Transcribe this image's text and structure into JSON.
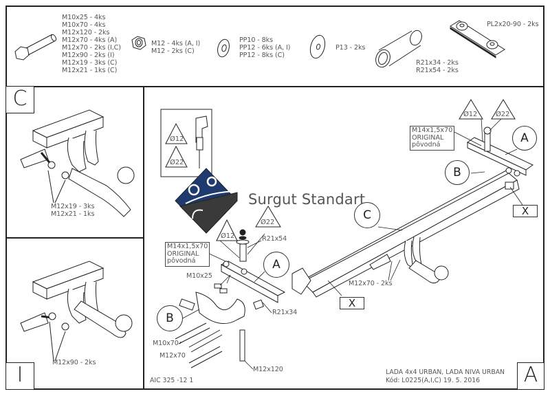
{
  "parts_list": {
    "bolts": [
      "M10x25 - 4ks",
      "M10x70 - 4ks",
      "M12x120 - 2ks",
      "M12x70 - 4ks (A)",
      "M12x70 - 2ks (I,C)",
      "M12x90 - 2ks (I)",
      "M12x19 - 3ks (C)",
      "M12x21 - 1ks (C)"
    ],
    "nuts": [
      "M12 - 4ks (A, I)",
      "M12 - 2ks (C)"
    ],
    "washers": [
      "PP10 - 8ks",
      "PP12 - 6ks (A, I)",
      "PP12 - 8ks (C)"
    ],
    "large_washer": [
      "P13 - 2ks"
    ],
    "spacers": [
      "R21x34 - 2ks",
      "R21x54 - 2ks"
    ],
    "plate": [
      "PL2x20-90 - 2ks"
    ]
  },
  "panel_c": {
    "label": "C",
    "callout": [
      "M12x19 - 3ks",
      "M12x21 - 1ks"
    ]
  },
  "panel_i": {
    "label": "I",
    "callout": [
      "M12x90 - 2ks"
    ]
  },
  "main": {
    "label": "A",
    "drill_box": {
      "d1": "Ø12",
      "d2": "Ø22"
    },
    "brand": {
      "name": "Surgut Standart",
      "colors": {
        "blue": "#1f3a6e",
        "dark": "#3a3a3a"
      }
    },
    "left_callout": "M14x1,5x70\nORIGINAL\npôvodná",
    "right_callout": "M14x1,5x70\nORIGINAL\npôvodná",
    "triangles": {
      "d12": "Ø12",
      "d22": "Ø22"
    },
    "circles": {
      "a": "A",
      "b": "B",
      "c": "C"
    },
    "x_marker": "X",
    "labels": {
      "r21x54": "R21x54",
      "m10x25": "M10x25",
      "r21x34": "R21x34",
      "m10x70": "M10x70",
      "m12x70": "M12x70",
      "m12x120": "M12x120",
      "m12x70_2ks": "M12x70 - 2ks"
    },
    "drawing_no": "AIC 325 -12 1",
    "vehicle": "LADA 4x4 URBAN, LADA NIVA URBAN",
    "code": "Kód: L0225(A,I,C)  19. 5. 2016"
  }
}
